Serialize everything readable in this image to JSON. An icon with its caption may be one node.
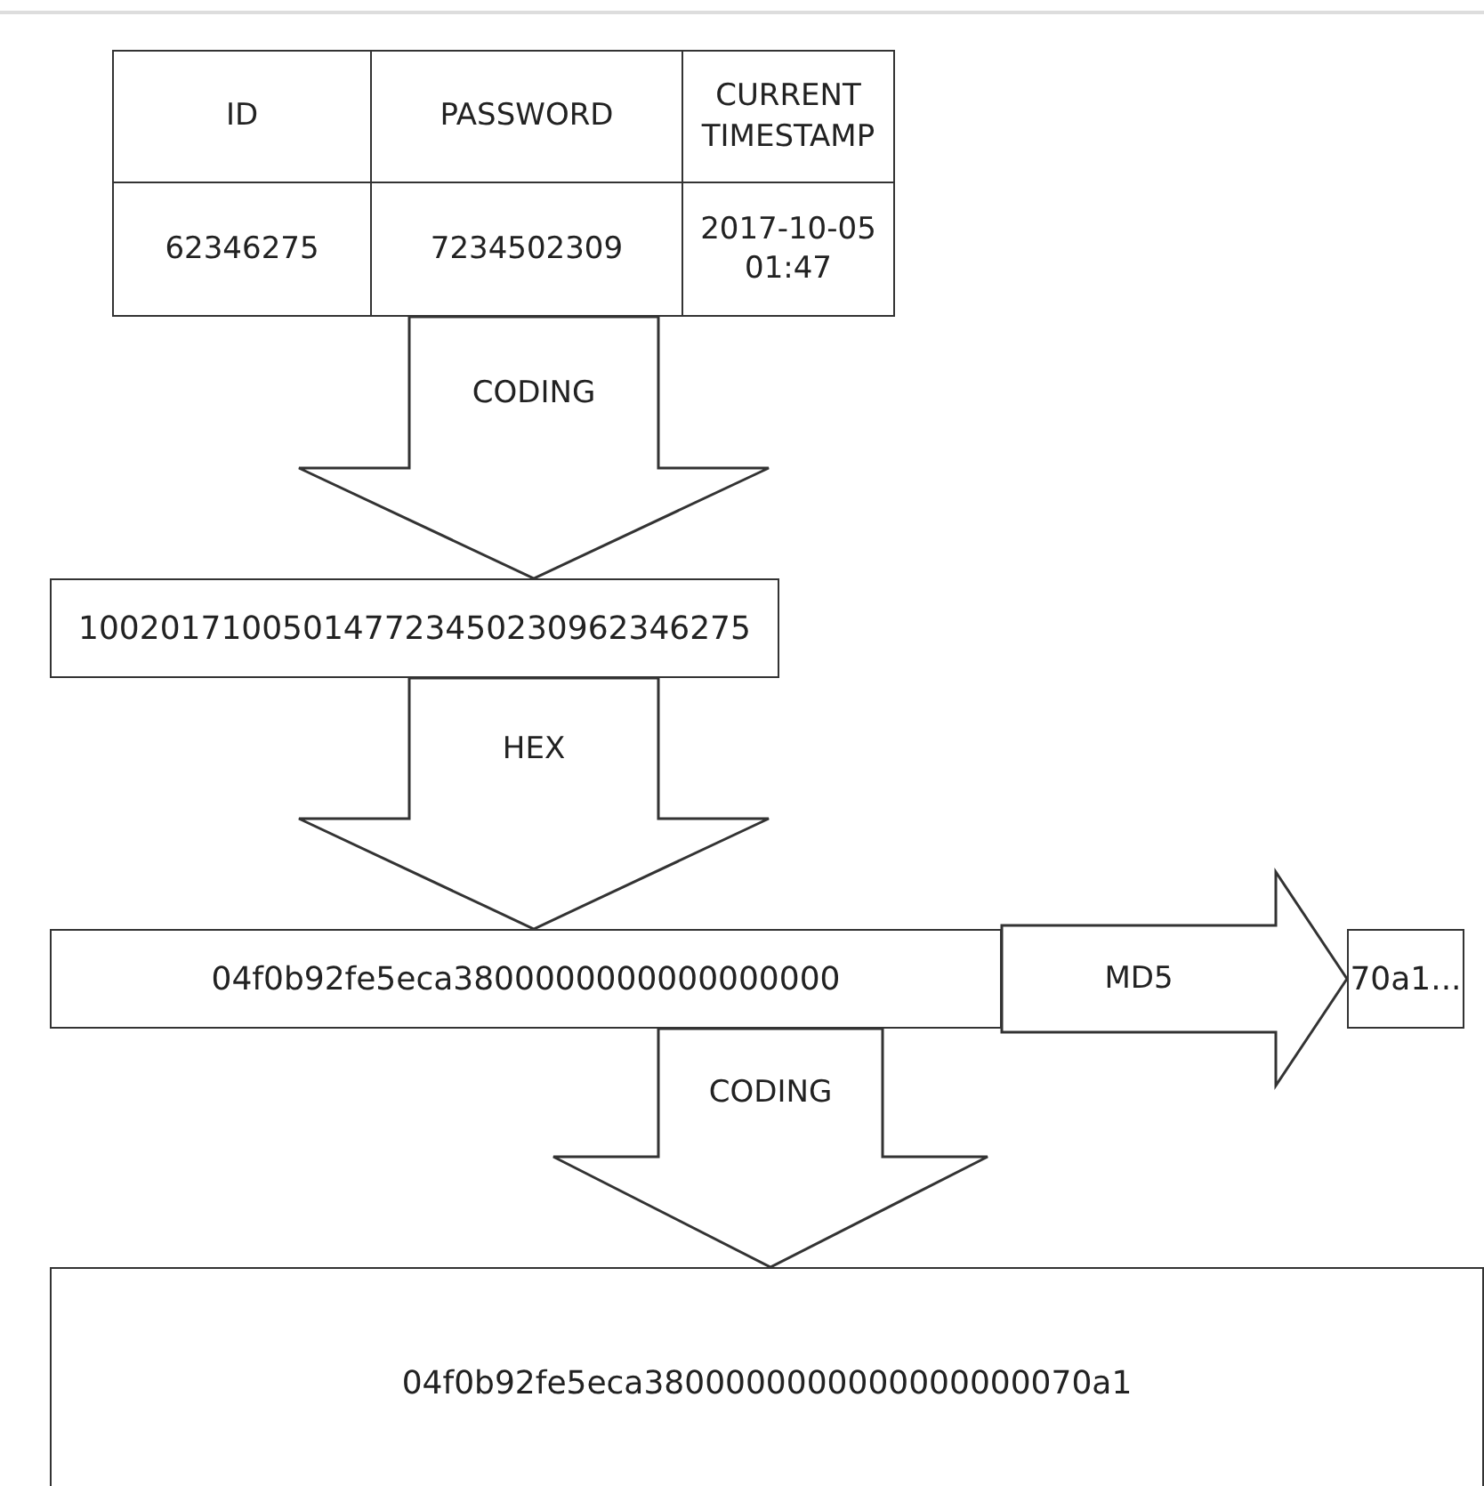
{
  "diagram": {
    "nodes": [
      {
        "text": [
          "ID",
          "PASSWORD",
          "CURRENT TIMESTAMP",
          "62346275",
          "7234502309",
          "2017-10-05 01:47"
        ]
      },
      {
        "text": [
          "100201710050147723450230962346275"
        ]
      },
      {
        "text": [
          "04f0b92fe5eca3800000000000000000"
        ]
      },
      {
        "text": [
          "70a1..."
        ]
      },
      {
        "text": [
          "04f0b92fe5eca3800000000000000000070a1"
        ]
      }
    ],
    "edges": [
      {
        "from": 0,
        "to": 1,
        "arrow": "to",
        "label": "CODING"
      },
      {
        "from": 1,
        "to": 2,
        "arrow": "to",
        "label": "HEX"
      },
      {
        "from": 2,
        "to": 3,
        "arrow": "to",
        "label": "MD5"
      },
      {
        "from": 2,
        "to": 4,
        "arrow": "to",
        "label": "CODING"
      }
    ]
  }
}
